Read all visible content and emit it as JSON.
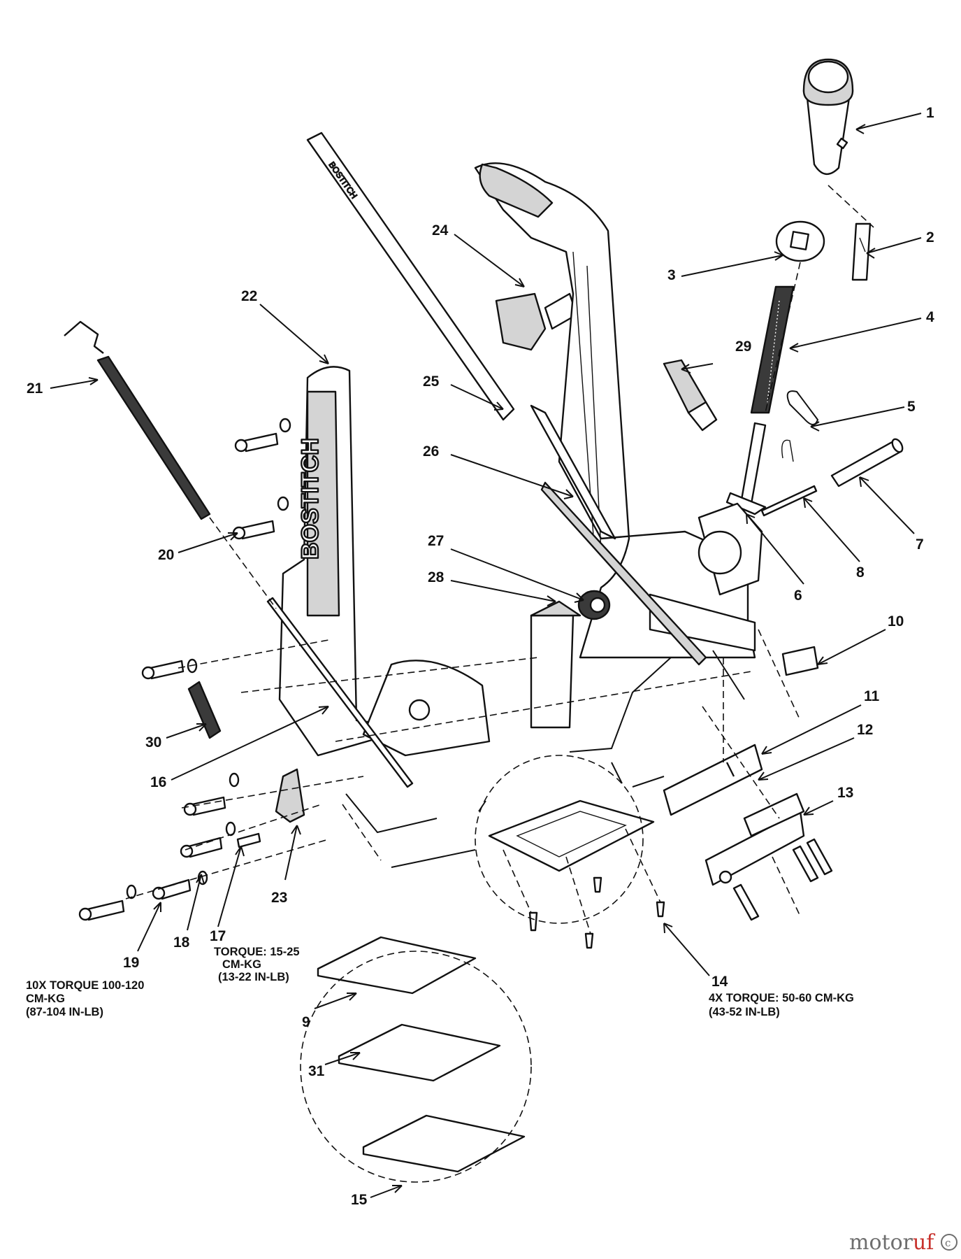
{
  "parts": [
    "1",
    "2",
    "3",
    "4",
    "5",
    "6",
    "7",
    "8",
    "10",
    "11",
    "12",
    "13",
    "14",
    "16",
    "17",
    "18",
    "19",
    "20",
    "21",
    "22",
    "23",
    "24",
    "25",
    "26",
    "27",
    "28",
    "29",
    "30",
    "9",
    "31",
    "15"
  ],
  "notes": {
    "torque_17_line1": "TORQUE: 15-25",
    "torque_17_line2": "CM-KG",
    "torque_17_line3": "(13-22 IN-LB)",
    "torque_19_line1": "10X TORQUE 100-120",
    "torque_19_line2": "CM-KG",
    "torque_19_line3": "(87-104 IN-LB)",
    "torque_14_line1": "4X TORQUE: 50-60 CM-KG",
    "torque_14_line2": "(43-52 IN-LB)"
  },
  "brand_text": {
    "frame_logo": "BOSTITCH",
    "rail_text": "BOSTITCH"
  },
  "watermark": {
    "part1": "motoruf",
    "part2": "c"
  }
}
